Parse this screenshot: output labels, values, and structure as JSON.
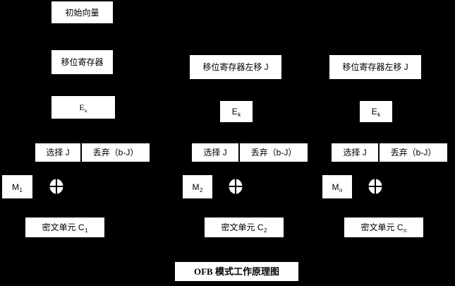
{
  "diagram": {
    "background_color": "#000000",
    "box_color": "#ffffff",
    "text_color": "#000000",
    "title": "OFB 模式工作原理图",
    "iv_label": "初始向量",
    "columns": [
      {
        "id": "column-1",
        "shift_register": "移位寄存器",
        "encrypt_base": "E",
        "encrypt_sub": "k",
        "select": "选择 J",
        "discard": "丢弃（b-J）",
        "message_base": "M",
        "message_sub": "1",
        "xor": "xor-gate",
        "cipher_base": "密文单元 C",
        "cipher_sub": "1"
      },
      {
        "id": "column-2",
        "shift_register": "移位寄存器左移 J",
        "encrypt_base": "E",
        "encrypt_sub": "k",
        "select": "选择 J",
        "discard": "丢弃（b-J）",
        "message_base": "M",
        "message_sub": "2",
        "xor": "xor-gate",
        "cipher_base": "密文单元 C",
        "cipher_sub": "2"
      },
      {
        "id": "column-3",
        "shift_register": "移位寄存器左移 J",
        "encrypt_base": "E",
        "encrypt_sub": "k",
        "select": "选择 J",
        "discard": "丢弃（b-J）",
        "message_base": "M",
        "message_sub": "n",
        "xor": "xor-gate",
        "cipher_base": "密文单元 C",
        "cipher_sub": "n"
      }
    ]
  }
}
